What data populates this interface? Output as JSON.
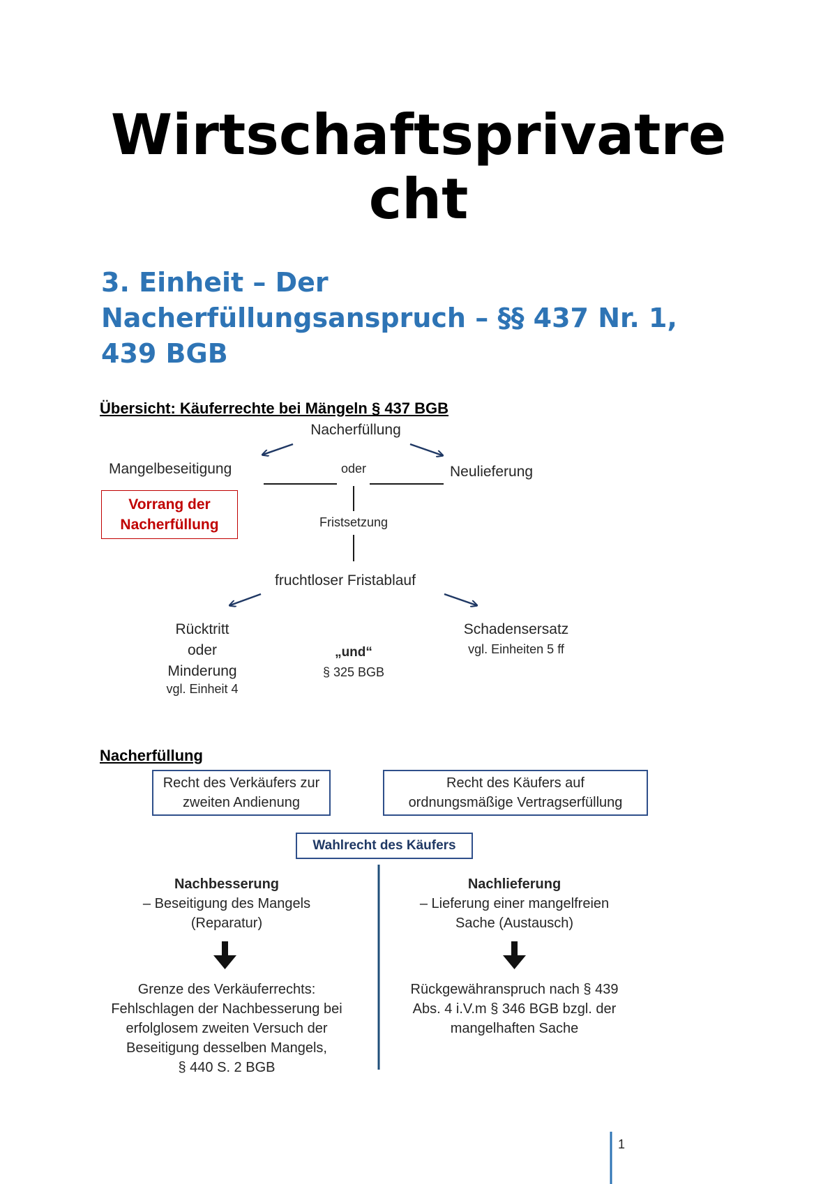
{
  "doc": {
    "title_line1": "Wirtschaftsprivatre",
    "title_line2": "cht",
    "heading_line1": "3. Einheit – Der",
    "heading_line2": "Nacherfüllungsanspruch – §§ 437 Nr. 1,",
    "heading_line3": "439 BGB",
    "page_number": "1"
  },
  "overview": {
    "title": "Übersicht: Käuferrechte bei Mängeln § 437 BGB",
    "nacherfuellung": "Nacherfüllung",
    "mangelbeseitigung": "Mangelbeseitigung",
    "oder": "oder",
    "neulieferung": "Neulieferung",
    "vorrang_line1": "Vorrang der",
    "vorrang_line2": "Nacherfüllung",
    "fristsetzung": "Fristsetzung",
    "fruchtlos": "fruchtloser Fristablauf",
    "ruecktritt": "Rücktritt",
    "oder2": "oder",
    "minderung": "Minderung",
    "vgl_einheit4": "vgl. Einheit 4",
    "und": "„und“",
    "paragraph325": "§ 325 BGB",
    "schadensersatz": "Schadensersatz",
    "vgl_einheiten5": "vgl. Einheiten  5 ff"
  },
  "nacherfuellung_section": {
    "title": "Nacherfüllung",
    "box_left_line1": "Recht des Verkäufers zur",
    "box_left_line2": "zweiten Andienung",
    "box_right_line1": "Recht des Käufers auf",
    "box_right_line2": "ordnungsmäßige Vertragserfüllung",
    "wahlrecht": "Wahlrecht des Käufers",
    "left": {
      "title": "Nachbesserung",
      "line1": "– Beseitigung des Mangels",
      "line2": "(Reparatur)",
      "grenze": [
        "Grenze des Verkäuferrechts:",
        "Fehlschlagen der Nachbesserung bei",
        "erfolglosem zweiten Versuch der",
        "Beseitigung desselben Mangels,",
        "§ 440 S. 2 BGB"
      ]
    },
    "right": {
      "title": "Nachlieferung",
      "line1": "– Lieferung einer mangelfreien",
      "line2": "Sache (Austausch)",
      "rueck": [
        "Rückgewähranspruch nach § 439",
        "Abs. 4 i.V.m § 346 BGB bzgl. der",
        "mangelhaften Sache"
      ]
    }
  },
  "colors": {
    "heading_blue": "#2e74b5",
    "box_border": "#2f4f8a",
    "vorrang_red": "#c00000",
    "divider_blue": "#1f4e79"
  }
}
